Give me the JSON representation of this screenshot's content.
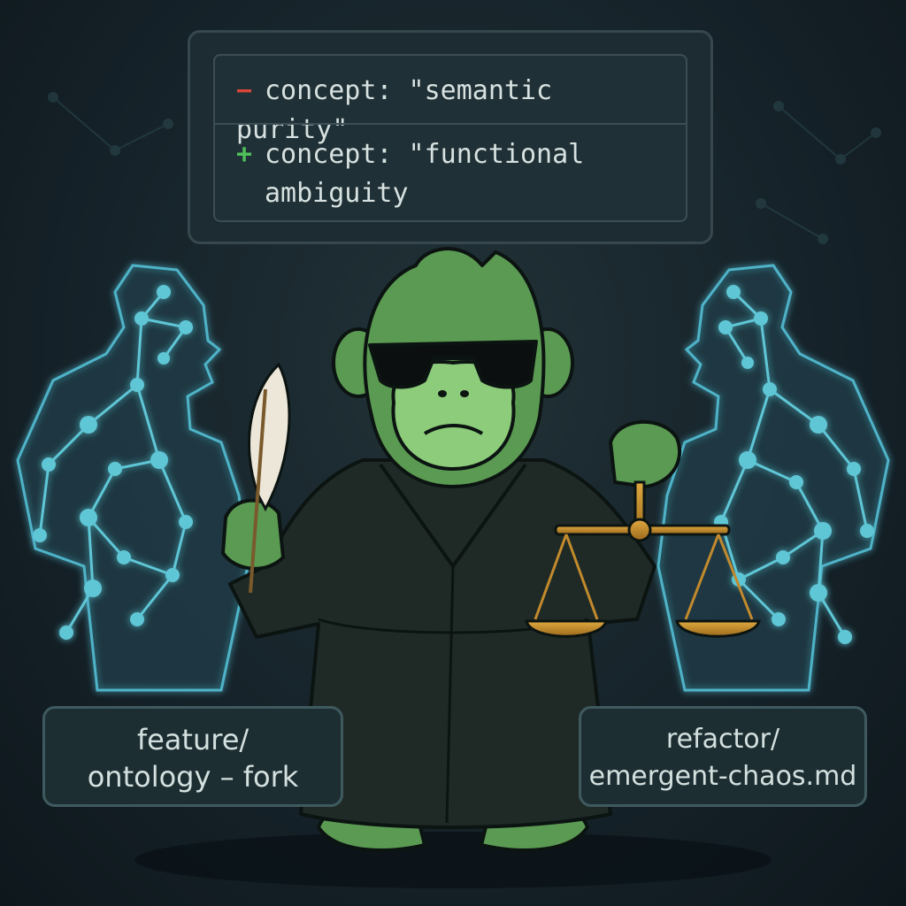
{
  "diff": {
    "removed": {
      "sign": "−",
      "text": "concept: \"semantic purity\""
    },
    "added": {
      "sign": "+",
      "text": "concept: \"functional ambiguity"
    }
  },
  "branches": {
    "left": {
      "line1": "feature/",
      "line2": "ontology – fork"
    },
    "right": {
      "line1": "refactor/",
      "line2": "emergent-chaos.md"
    }
  },
  "icons": {
    "character": "monkey-judge-icon",
    "quill": "quill-icon",
    "scales": "scales-of-justice-icon",
    "left_figure": "network-human-icon",
    "right_figure": "network-human-icon"
  },
  "colors": {
    "background": "#16232a",
    "monkey_fur": "#4f8f4a",
    "robe": "#1f2a27",
    "scales": "#c28a2c",
    "network_glow": "#4fb3c8",
    "minus": "#d9473a",
    "plus": "#4fbf5a"
  }
}
